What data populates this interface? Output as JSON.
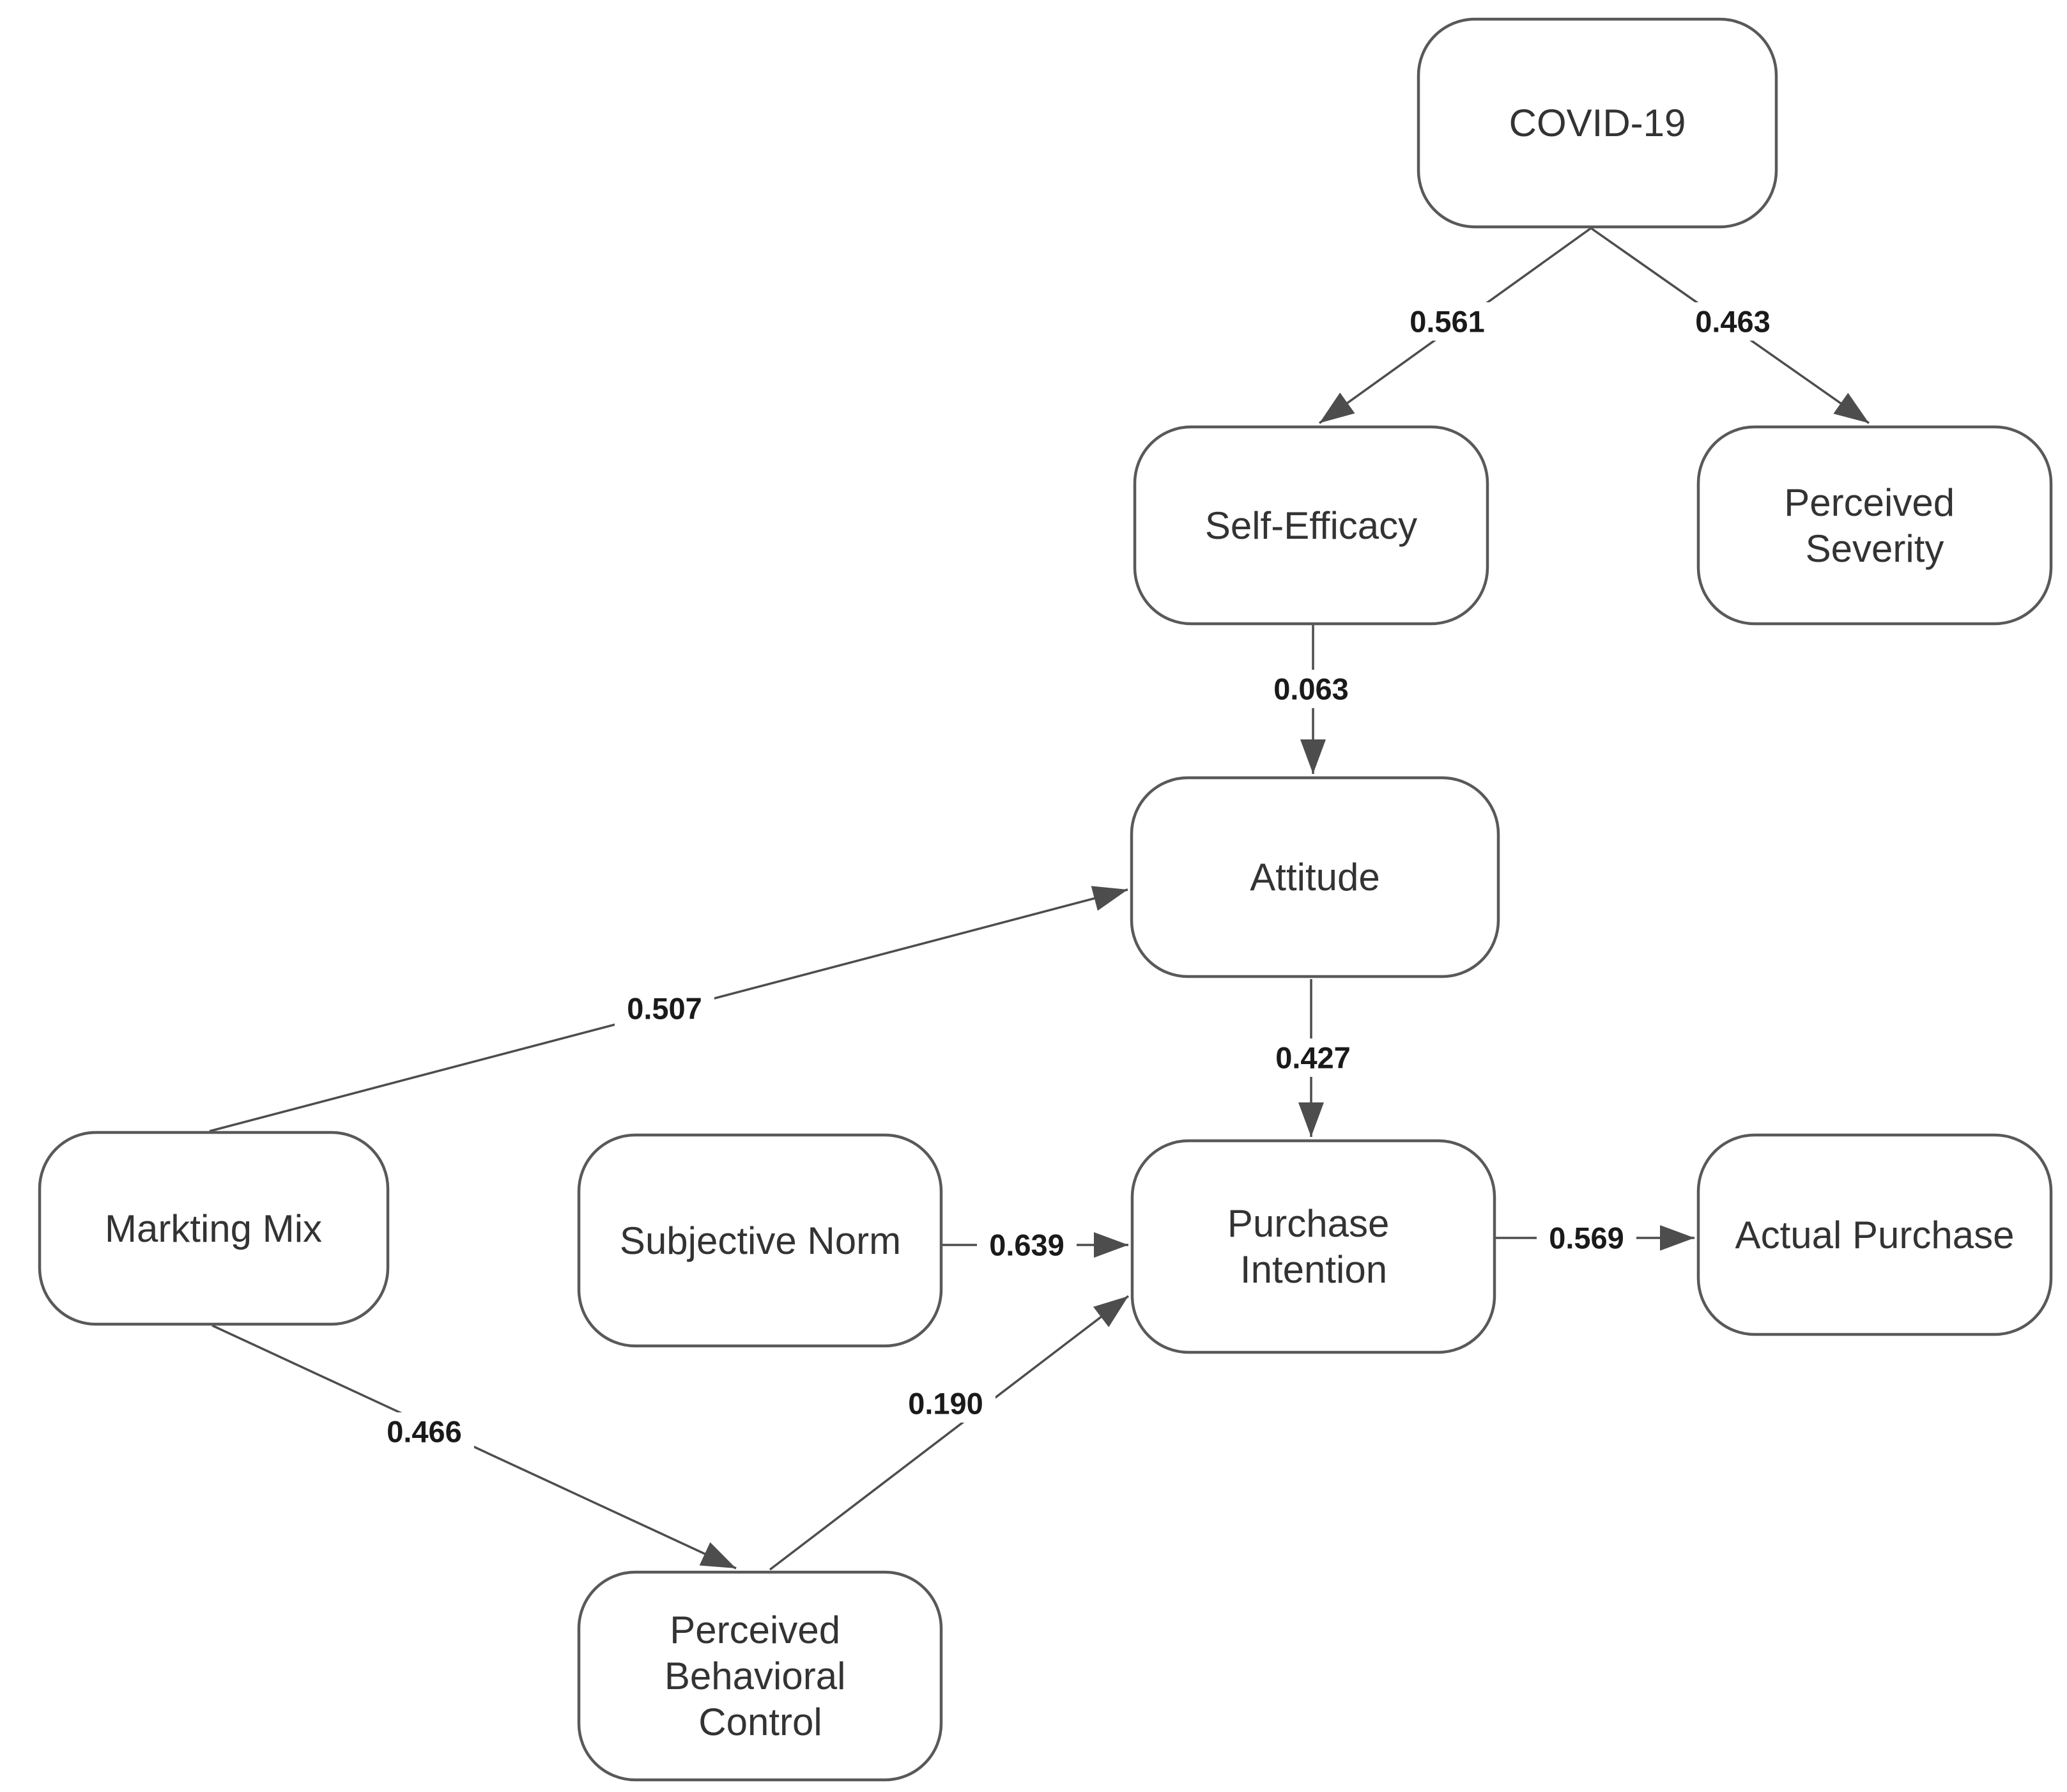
{
  "diagram": {
    "type": "path-model",
    "background_color": "#ffffff",
    "node_fill_color": "#ffffff",
    "node_border_color": "#595959",
    "node_text_color": "#333333",
    "edge_color": "#4d4d4d",
    "edge_label_color": "#1a1a1a",
    "nodes": [
      {
        "id": "covid19",
        "label": "COVID-19",
        "lines": [
          "COVID-19"
        ]
      },
      {
        "id": "self-efficacy",
        "label": "Self-Efficacy",
        "lines": [
          "Self-Efficacy"
        ]
      },
      {
        "id": "perceived-severity",
        "label": "Perceived Severity",
        "lines": [
          "Perceived",
          "Severity"
        ]
      },
      {
        "id": "attitude",
        "label": "Attitude",
        "lines": [
          "Attitude"
        ]
      },
      {
        "id": "marketing-mix",
        "label": "Markting Mix",
        "lines": [
          "Markting Mix"
        ]
      },
      {
        "id": "subjective-norm",
        "label": "Subjective Norm",
        "lines": [
          "Subjective Norm"
        ]
      },
      {
        "id": "purchase-intention",
        "label": "Purchase Intention",
        "lines": [
          "Purchase",
          "Intention"
        ]
      },
      {
        "id": "actual-purchase",
        "label": "Actual Purchase",
        "lines": [
          "Actual Purchase"
        ]
      },
      {
        "id": "perceived-behavioral-control",
        "label": "Perceived Behavioral Control",
        "lines": [
          "Perceived",
          "Behavioral",
          "Control"
        ]
      }
    ],
    "edges": [
      {
        "from": "covid19",
        "to": "self-efficacy",
        "label": "0.561"
      },
      {
        "from": "covid19",
        "to": "perceived-severity",
        "label": "0.463"
      },
      {
        "from": "self-efficacy",
        "to": "attitude",
        "label": "0.063"
      },
      {
        "from": "marketing-mix",
        "to": "attitude",
        "label": "0.507"
      },
      {
        "from": "attitude",
        "to": "purchase-intention",
        "label": "0.427"
      },
      {
        "from": "subjective-norm",
        "to": "purchase-intention",
        "label": "0.639"
      },
      {
        "from": "perceived-behavioral-control",
        "to": "purchase-intention",
        "label": "0.190"
      },
      {
        "from": "marketing-mix",
        "to": "perceived-behavioral-control",
        "label": "0.466"
      },
      {
        "from": "purchase-intention",
        "to": "actual-purchase",
        "label": "0.569"
      }
    ]
  }
}
